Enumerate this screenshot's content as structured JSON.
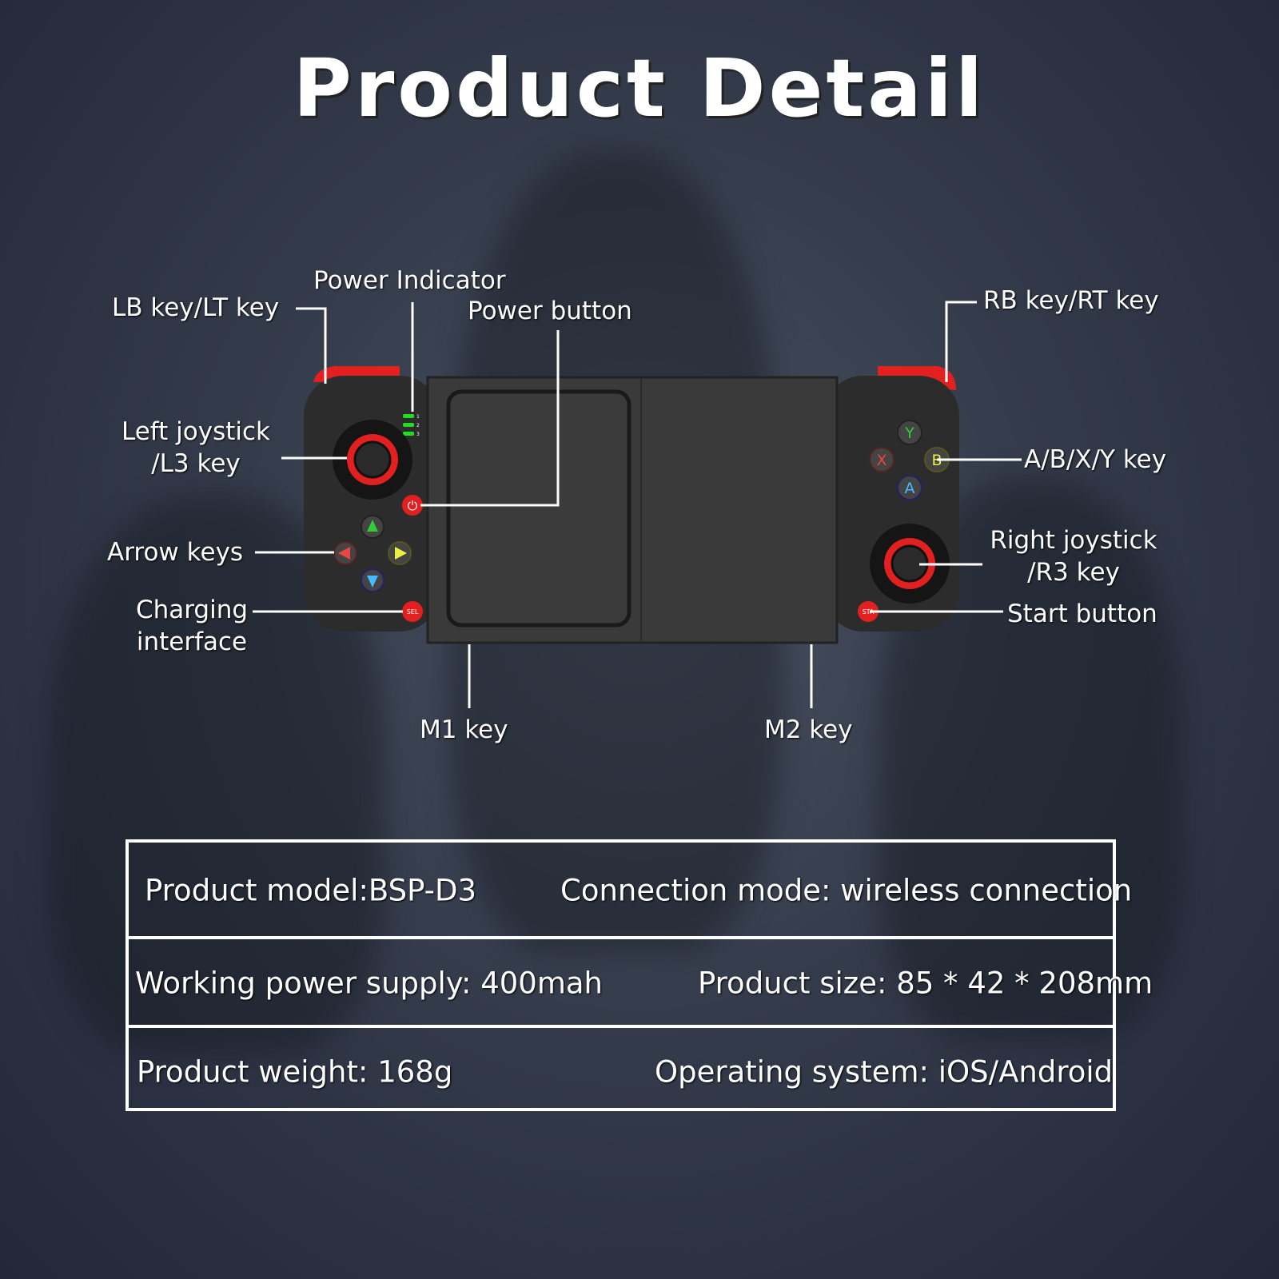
{
  "title": "Product Detail",
  "labels": {
    "lb": "LB key/LT key",
    "power_indicator": "Power Indicator",
    "power_button": "Power button",
    "left_joystick": [
      "Left joystick",
      "/L3 key"
    ],
    "arrow_keys": "Arrow keys",
    "charging": [
      "Charging",
      "interface"
    ],
    "m1": "M1 key",
    "m2": "M2 key",
    "rb": "RB key/RT key",
    "abxy": "A/B/X/Y key",
    "right_joystick": [
      "Right joystick",
      "/R3 key"
    ],
    "start": "Start button"
  },
  "controller": {
    "buttons": {
      "y": "Y",
      "x": "X",
      "b": "B",
      "a": "A",
      "sel": "SEL",
      "sta": "STA"
    },
    "indicator_numbers": [
      "1",
      "2",
      "3"
    ],
    "colors": {
      "body": "#3a3a3a",
      "accent": "#e32020",
      "led": "#22dd22"
    }
  },
  "specs": [
    [
      "Product model:BSP-D3",
      "Connection mode: wireless connection"
    ],
    [
      "Working power supply: 400mah",
      "Product size: 85 * 42 * 208mm"
    ],
    [
      "Product weight: 168g",
      "Operating system: iOS/Android"
    ]
  ]
}
